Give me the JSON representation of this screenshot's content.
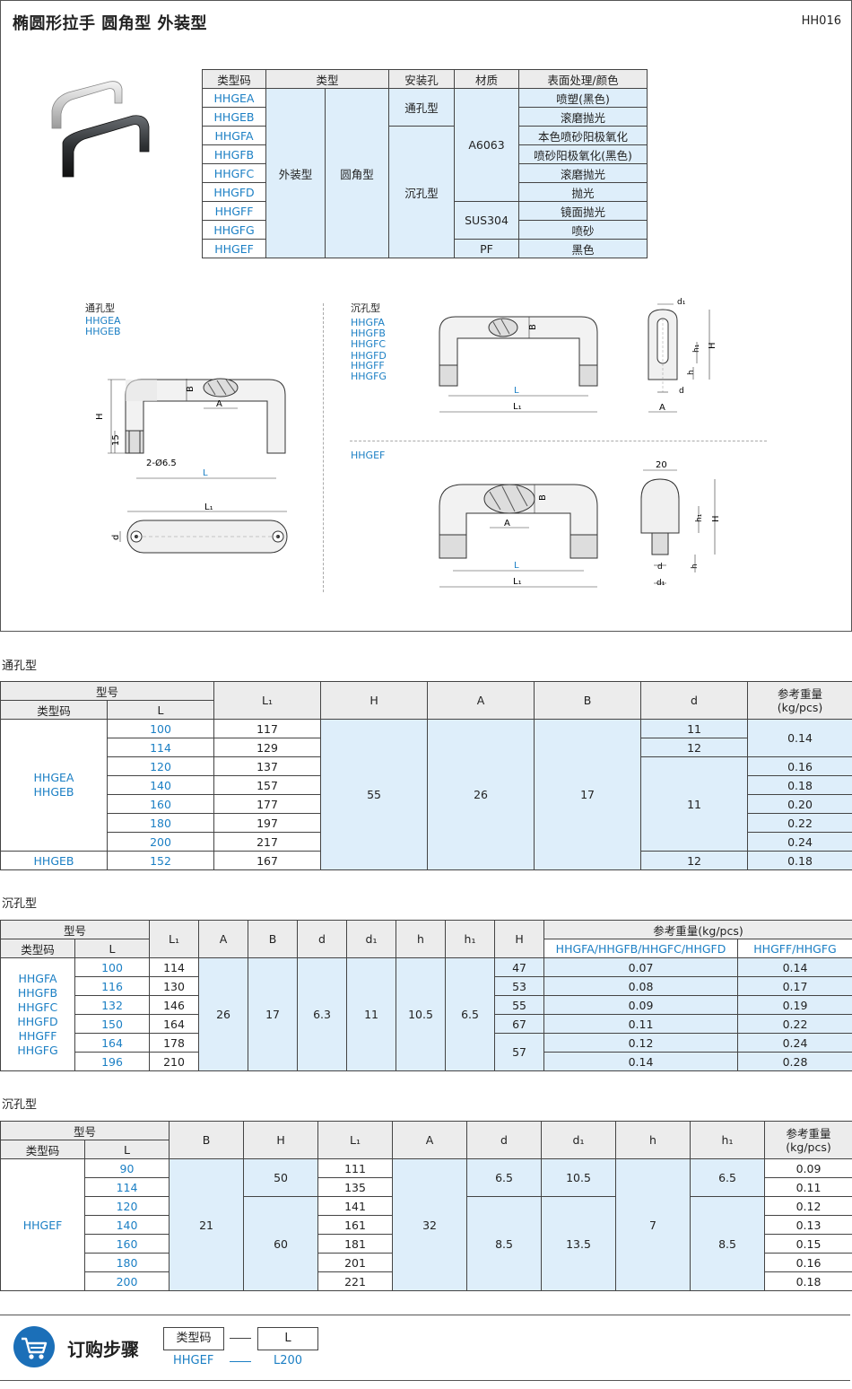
{
  "header": {
    "title": "椭圆形拉手  圆角型  外装型",
    "code": "HH016"
  },
  "selection": {
    "headers": [
      "类型码",
      "类型",
      "安装孔",
      "材质",
      "表面处理/颜色"
    ],
    "codes": [
      "HHGEA",
      "HHGEB",
      "HHGFA",
      "HHGFB",
      "HHGFC",
      "HHGFD",
      "HHGFF",
      "HHGFG",
      "HHGEF"
    ],
    "type1": "外装型",
    "type2": "圆角型",
    "mount_through": "通孔型",
    "mount_counter": "沉孔型",
    "mat_a6063": "A6063",
    "mat_sus": "SUS304",
    "mat_pf": "PF",
    "finishes": [
      "喷塑(黑色)",
      "滚磨抛光",
      "本色喷砂阳极氧化",
      "喷砂阳极氧化(黑色)",
      "滚磨抛光",
      "抛光",
      "镜面抛光",
      "喷砂",
      "黑色"
    ]
  },
  "drawings": {
    "through": {
      "label": "通孔型",
      "codes": [
        "HHGEA",
        "HHGEB"
      ]
    },
    "counter": {
      "label": "沉孔型",
      "codes": [
        "HHGFA",
        "HHGFB",
        "HHGFC",
        "HHGFD",
        "HHGFF",
        "HHGFG"
      ]
    },
    "ef": {
      "label": "HHGEF"
    },
    "dims": {
      "H": "H",
      "B": "B",
      "A": "A",
      "L": "L",
      "L1": "L₁",
      "d": "d",
      "d1": "d₁",
      "h": "h",
      "h1": "h₁",
      "n15": "15",
      "hole": "2-Ø6.5",
      "n20": "20"
    }
  },
  "table1": {
    "title": "通孔型",
    "h_model": "型号",
    "h_code": "类型码",
    "h_L": "L",
    "h_L1": "L₁",
    "h_H": "H",
    "h_A": "A",
    "h_B": "B",
    "h_d": "d",
    "h_w": "参考重量\n(kg/pcs)",
    "codeA": "HHGEA",
    "codeB": "HHGEB",
    "codeB2": "HHGEB",
    "L": [
      "100",
      "114",
      "120",
      "140",
      "160",
      "180",
      "200",
      "152"
    ],
    "L1": [
      "117",
      "129",
      "137",
      "157",
      "177",
      "197",
      "217",
      "167"
    ],
    "H": "55",
    "A": "26",
    "B": "17",
    "d": [
      "11",
      "12",
      "11",
      "12"
    ],
    "w": [
      "0.14",
      "0.16",
      "0.18",
      "0.20",
      "0.22",
      "0.24",
      "0.18"
    ]
  },
  "table2": {
    "title": "沉孔型",
    "h_model": "型号",
    "h_code": "类型码",
    "h_L": "L",
    "h_L1": "L₁",
    "h_A": "A",
    "h_B": "B",
    "h_d": "d",
    "h_d1": "d₁",
    "h_h": "h",
    "h_h1": "h₁",
    "h_H": "H",
    "h_w": "参考重量(kg/pcs)",
    "h_w1": "HHGFA/HHGFB/HHGFC/HHGFD",
    "h_w2": "HHGFF/HHGFG",
    "codes": [
      "HHGFA",
      "HHGFB",
      "HHGFC",
      "HHGFD",
      "HHGFF",
      "HHGFG"
    ],
    "L": [
      "100",
      "116",
      "132",
      "150",
      "164",
      "196"
    ],
    "L1": [
      "114",
      "130",
      "146",
      "164",
      "178",
      "210"
    ],
    "A": "26",
    "B": "17",
    "d": "6.3",
    "d1": "11",
    "h": "10.5",
    "h1": "6.5",
    "H": [
      "47",
      "53",
      "55",
      "67",
      "57"
    ],
    "w1": [
      "0.07",
      "0.08",
      "0.09",
      "0.11",
      "0.12",
      "0.14"
    ],
    "w2": [
      "0.14",
      "0.17",
      "0.19",
      "0.22",
      "0.24",
      "0.28"
    ]
  },
  "table3": {
    "title": "沉孔型",
    "h_model": "型号",
    "h_code": "类型码",
    "h_L": "L",
    "h_B": "B",
    "h_H": "H",
    "h_L1": "L₁",
    "h_A": "A",
    "h_d": "d",
    "h_d1": "d₁",
    "h_h": "h",
    "h_h1": "h₁",
    "h_w": "参考重量\n(kg/pcs)",
    "code": "HHGEF",
    "L": [
      "90",
      "114",
      "120",
      "140",
      "160",
      "180",
      "200"
    ],
    "L1": [
      "111",
      "135",
      "141",
      "161",
      "181",
      "201",
      "221"
    ],
    "B": "21",
    "H": [
      "50",
      "60"
    ],
    "A": "32",
    "d": [
      "6.5",
      "8.5"
    ],
    "d1": [
      "10.5",
      "13.5"
    ],
    "h": "7",
    "h1": [
      "6.5",
      "8.5"
    ],
    "w": [
      "0.09",
      "0.11",
      "0.12",
      "0.13",
      "0.15",
      "0.16",
      "0.18"
    ]
  },
  "order": {
    "title": "订购步骤",
    "box1": "类型码",
    "box2": "L",
    "ex1": "HHGEF",
    "ex2": "L200"
  }
}
